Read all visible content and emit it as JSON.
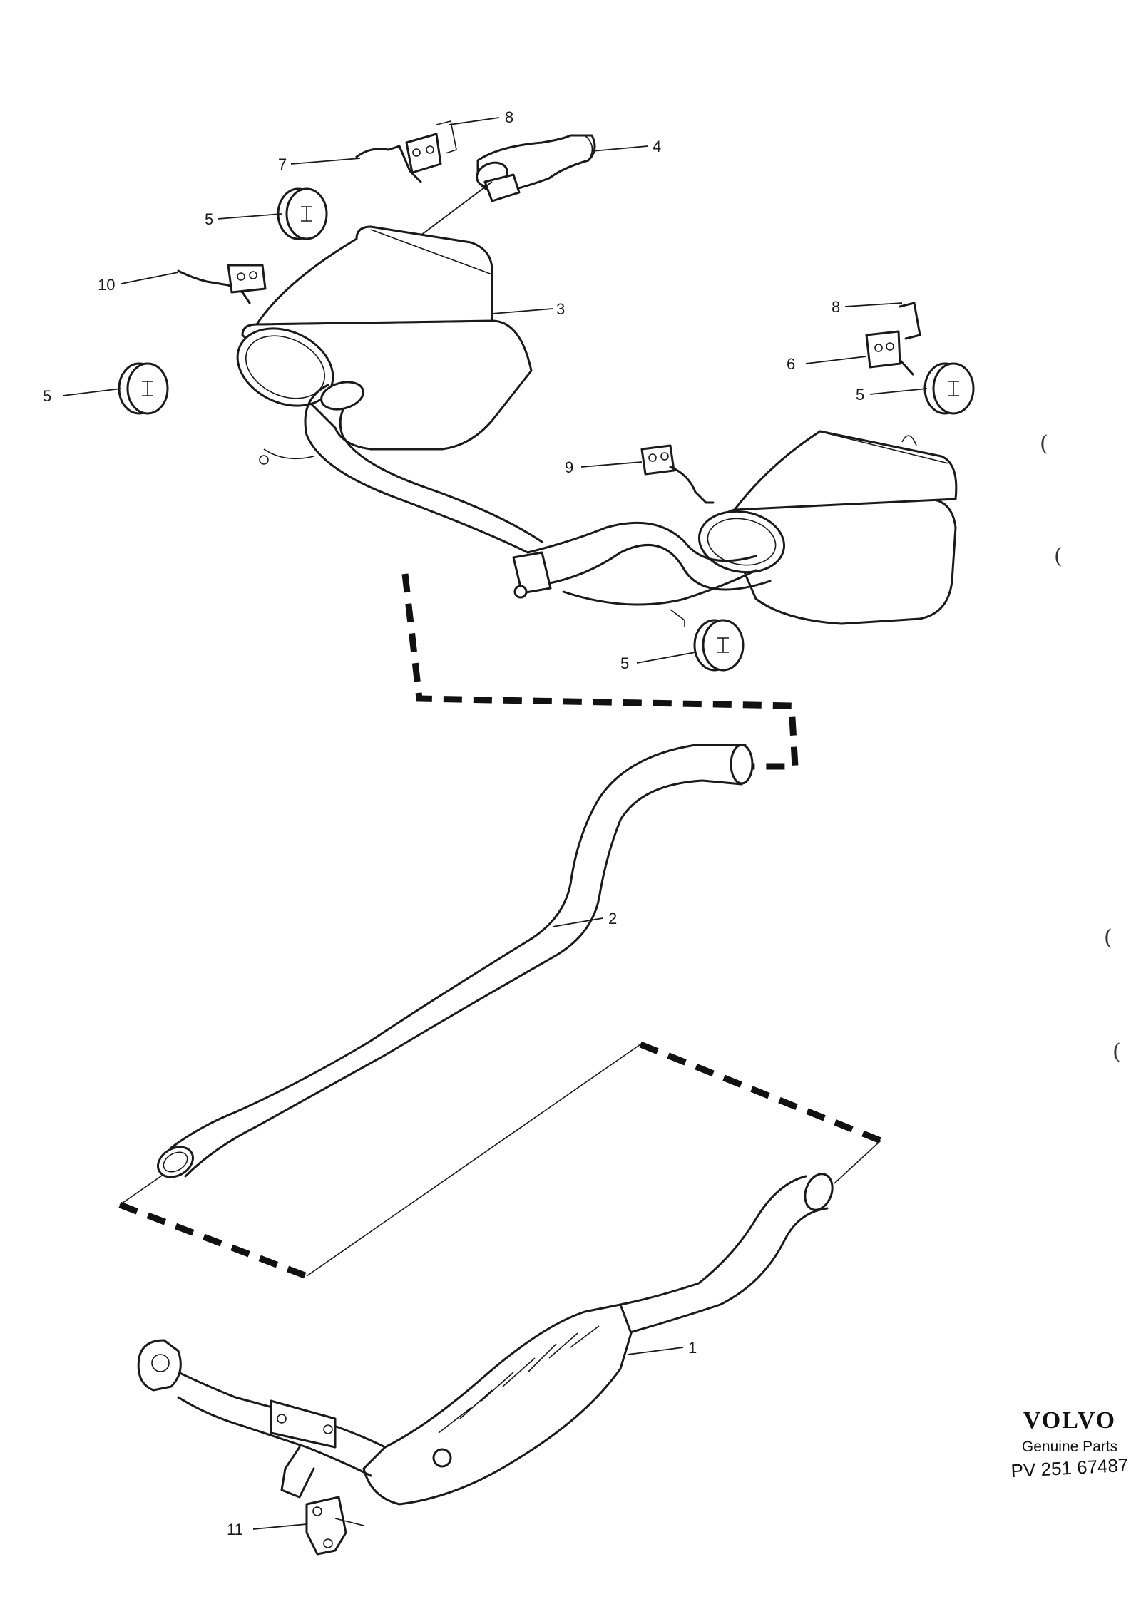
{
  "diagram": {
    "callouts": {
      "c1": "1",
      "c2": "2",
      "c3": "3",
      "c4": "4",
      "c5a": "5",
      "c5b": "5",
      "c5c": "5",
      "c5d": "5",
      "c6": "6",
      "c7": "7",
      "c8a": "8",
      "c8b": "8",
      "c9": "9",
      "c10": "10",
      "c11": "11"
    },
    "brand": {
      "name": "VOLVO",
      "subtitle": "Genuine Parts",
      "part_number": "PV 251 67487"
    },
    "margin_marks": [
      "(",
      "(",
      "(",
      "("
    ]
  }
}
